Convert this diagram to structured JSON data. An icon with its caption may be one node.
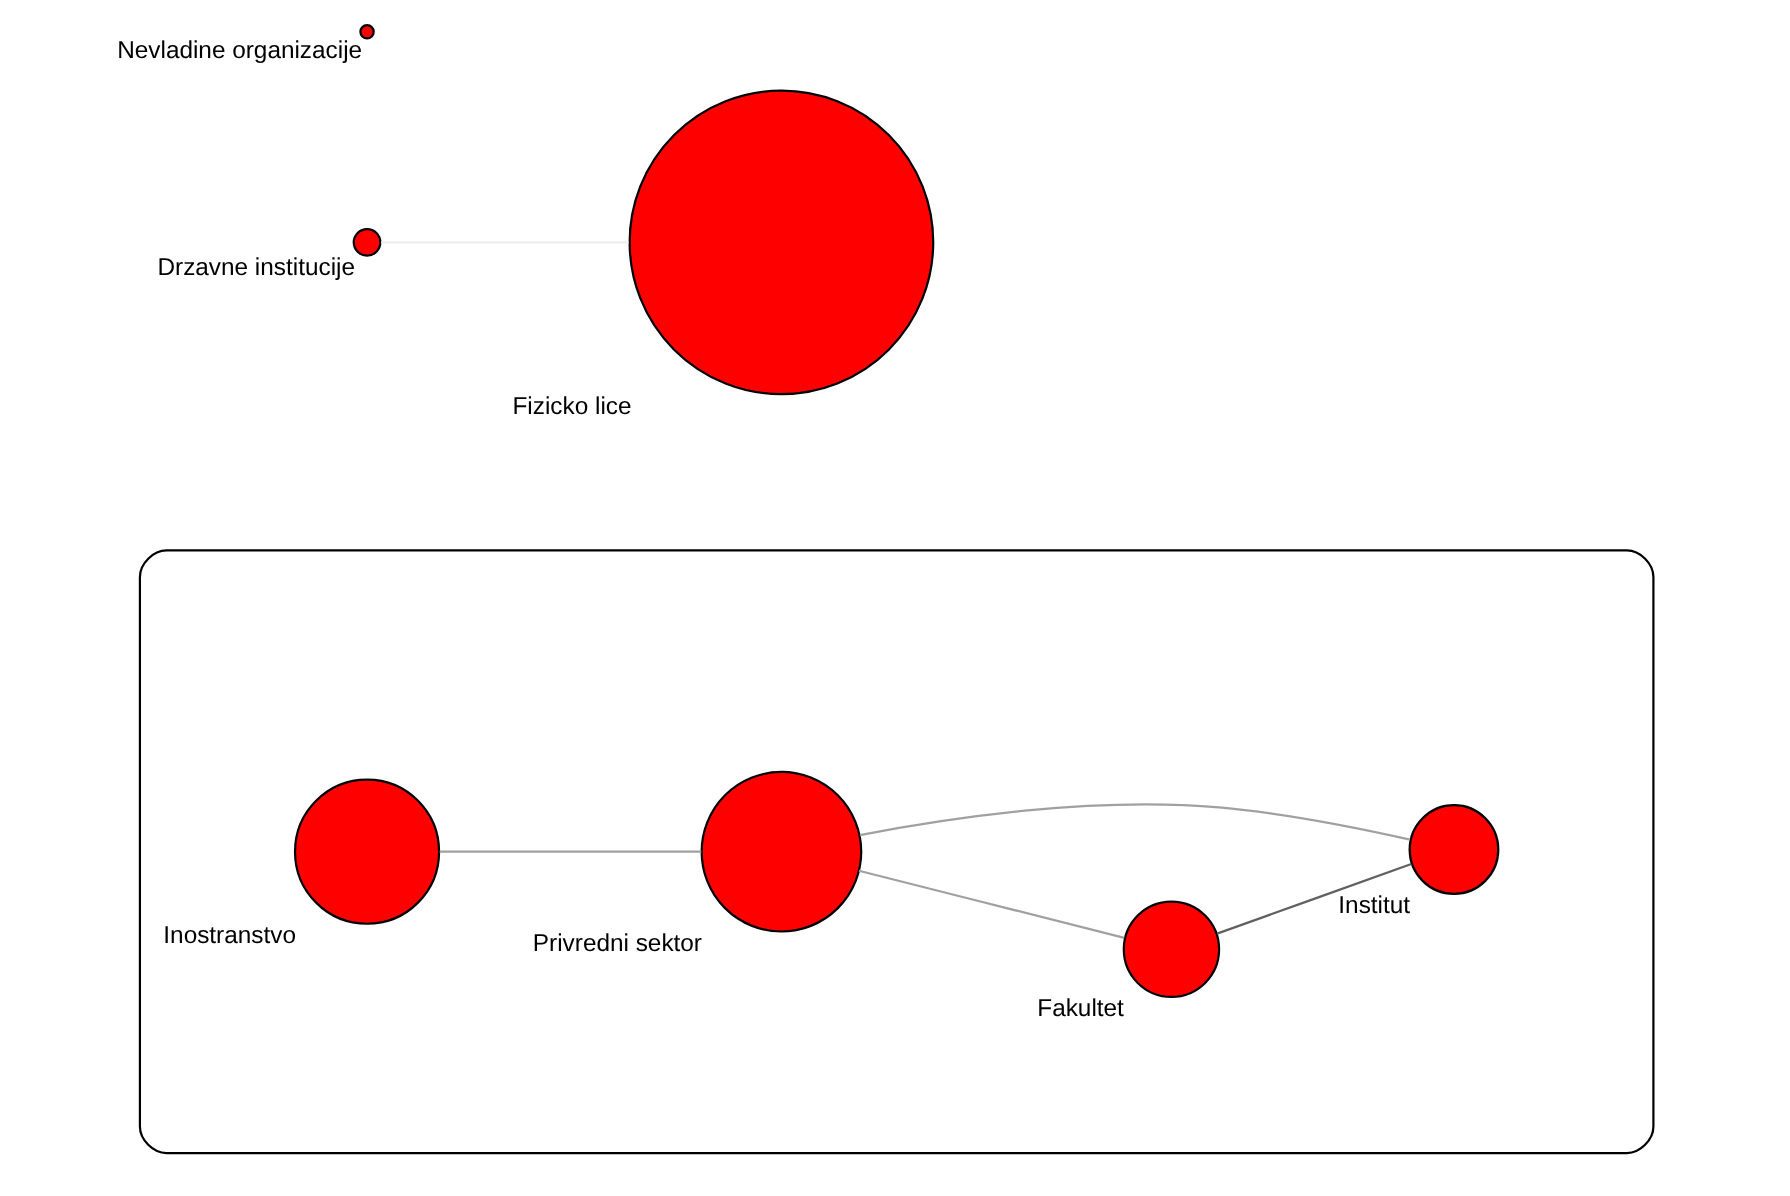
{
  "diagram": {
    "nodes": [
      {
        "text": [],
        "shape": "ellipse"
      },
      {
        "text": [],
        "shape": "circle",
        "beside": [
          "Inostranstvo"
        ],
        "in": 0
      },
      {
        "text": [],
        "shape": "circle",
        "beside": [
          "Privredni sektor"
        ],
        "in": 0
      },
      {
        "text": [],
        "shape": "circle",
        "beside": [
          "Fakultet"
        ],
        "in": 0
      },
      {
        "text": [],
        "shape": "circle",
        "beside": [
          "Institut"
        ],
        "in": 0
      },
      {
        "text": [],
        "shape": "circle",
        "beside": [
          "Drzavne institucije"
        ]
      },
      {
        "text": [],
        "shape": "circle",
        "beside": [
          "Nevladine organizacije"
        ]
      },
      {
        "text": [],
        "shape": "circle",
        "beside": [
          "Fizicko lice"
        ]
      }
    ],
    "edges": [
      {
        "from": 1,
        "to": 2,
        "arrow": "none"
      },
      {
        "from": 2,
        "to": 3,
        "arrow": "none"
      },
      {
        "from": 2,
        "to": 4,
        "arrow": "none"
      },
      {
        "from": 3,
        "to": 4,
        "arrow": "none",
        "color": "#606060"
      },
      {
        "from": 5,
        "to": 7,
        "arrow": "none",
        "color": "#eeeeee"
      }
    ]
  }
}
